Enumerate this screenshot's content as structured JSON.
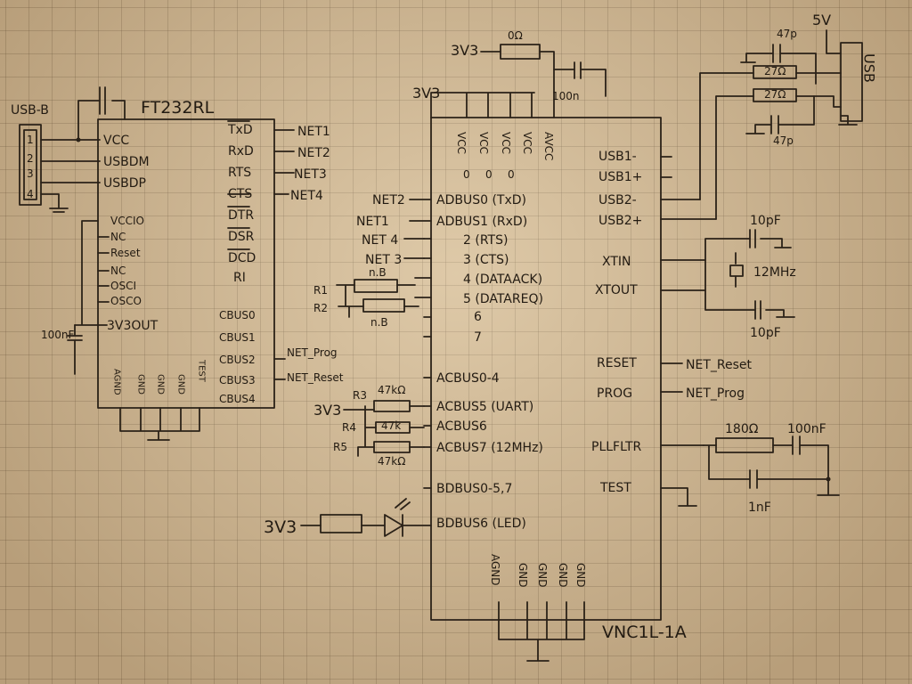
{
  "ft232": {
    "title": "FT232RL",
    "connector": "USB-B",
    "connector_pins": [
      "1",
      "2",
      "3",
      "4"
    ],
    "left_pins": [
      "VCC",
      "USBDM",
      "USBDP",
      "VCCIO",
      "NC",
      "Reset",
      "NC",
      "OSCI",
      "OSCO",
      "3V3OUT"
    ],
    "right_pins": [
      "TxD",
      "RxD",
      "RTS",
      "CTS",
      "DTR",
      "DSR",
      "DCD",
      "RI",
      "CBUS0",
      "CBUS1",
      "CBUS2",
      "CBUS3",
      "CBUS4"
    ],
    "bottom_pins": [
      "AGND",
      "GND",
      "GND",
      "GND",
      "TEST"
    ],
    "nets": [
      "NET1",
      "NET2",
      "NET3",
      "NET4"
    ],
    "net_prog": "NET_Prog",
    "net_reset": "NET_Reset",
    "cap_3v3out": "100nF"
  },
  "vinculum": {
    "title": "VNC1L-1A",
    "supply_label": "3V3",
    "top_pins": [
      "VCC",
      "VCC",
      "VCC",
      "VCC",
      "AVCC"
    ],
    "top_marks": [
      "0",
      "0",
      "0"
    ],
    "left_pins": [
      "ADBUS0 (TxD)",
      "ADBUS1 (RxD)",
      "2 (RTS)",
      "3 (CTS)",
      "4 (DATAACK)",
      "5 (DATAREQ)",
      "6",
      "7",
      "ACBUS0-4",
      "ACBUS5 (UART)",
      "ACBUS6",
      "ACBUS7 (12MHz)",
      "BDBUS0-5,7",
      "BDBUS6 (LED)"
    ],
    "left_nets": [
      "NET2",
      "NET1",
      "NET 4",
      "NET 3"
    ],
    "right_pins": [
      "USB1-",
      "USB1+",
      "USB2-",
      "USB2+",
      "XTIN",
      "XTOUT",
      "RESET",
      "PROG",
      "PLLFLTR",
      "TEST"
    ],
    "bottom_pins": [
      "AGND",
      "GND",
      "GND",
      "GND",
      "GND"
    ],
    "right_nets": [
      "NET_Reset",
      "NET_Prog"
    ]
  },
  "components": {
    "r_top": "0Ω",
    "c_top": "100n",
    "usb_conn": "USB",
    "supply_5v": "5V",
    "c_usb1": "47p",
    "c_usb2": "47p",
    "r_usb1": "27Ω",
    "r_usb2": "27Ω",
    "c_xt1": "10pF",
    "c_xt2": "10pF",
    "crystal": "12MHz",
    "r_pll": "180Ω",
    "c_pll1": "100nF",
    "c_pll2": "1nF",
    "r1": "R1",
    "r1_val": "n.B",
    "r2": "R2",
    "r2_val": "n.B",
    "r3": "R3",
    "r3_val": "47kΩ",
    "r4": "R4",
    "r4_val": "47k",
    "r5": "R5",
    "r5_val": "47kΩ",
    "supply_r": "3V3",
    "supply_led": "3V3"
  }
}
